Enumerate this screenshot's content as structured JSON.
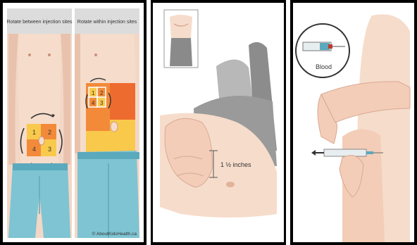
{
  "panel1": {
    "left_title": "Rotate between injection sites",
    "right_title": "Rotate within injection sites",
    "left_grid": [
      "1",
      "2",
      "4",
      "3"
    ],
    "right_grid": [
      "1",
      "2",
      "4",
      "3"
    ],
    "credit": "© AboutKidsHealth.ca"
  },
  "panel2": {
    "measure_label": "1 ½ inches"
  },
  "panel3": {
    "inset_label": "Blood"
  },
  "colors": {
    "skin": "#f6dccb",
    "skin_shadow": "#e9c2ad",
    "jeans": "#7fc4d3",
    "jeans_dark": "#5aa9bd",
    "grid_orange": "#f28a3a",
    "grid_yellow": "#f9c94b",
    "grid_red": "#ee6b2f",
    "pants_gray": "#6f6f6f",
    "header_gray": "#dcdcdc"
  }
}
